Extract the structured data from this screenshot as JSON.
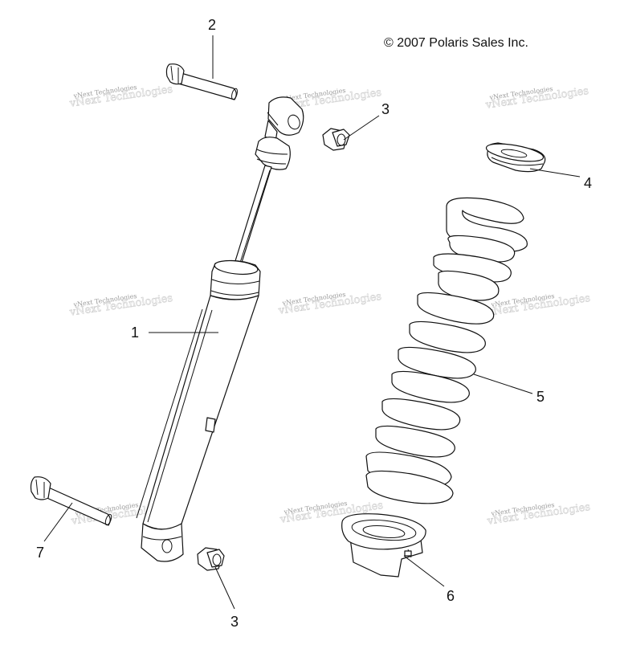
{
  "copyright": "© 2007 Polaris Sales Inc.",
  "watermark": "vNext Technologies",
  "callouts": {
    "c1": "1",
    "c2": "2",
    "c3_top": "3",
    "c3_bottom": "3",
    "c4": "4",
    "c5": "5",
    "c6": "6",
    "c7": "7"
  }
}
